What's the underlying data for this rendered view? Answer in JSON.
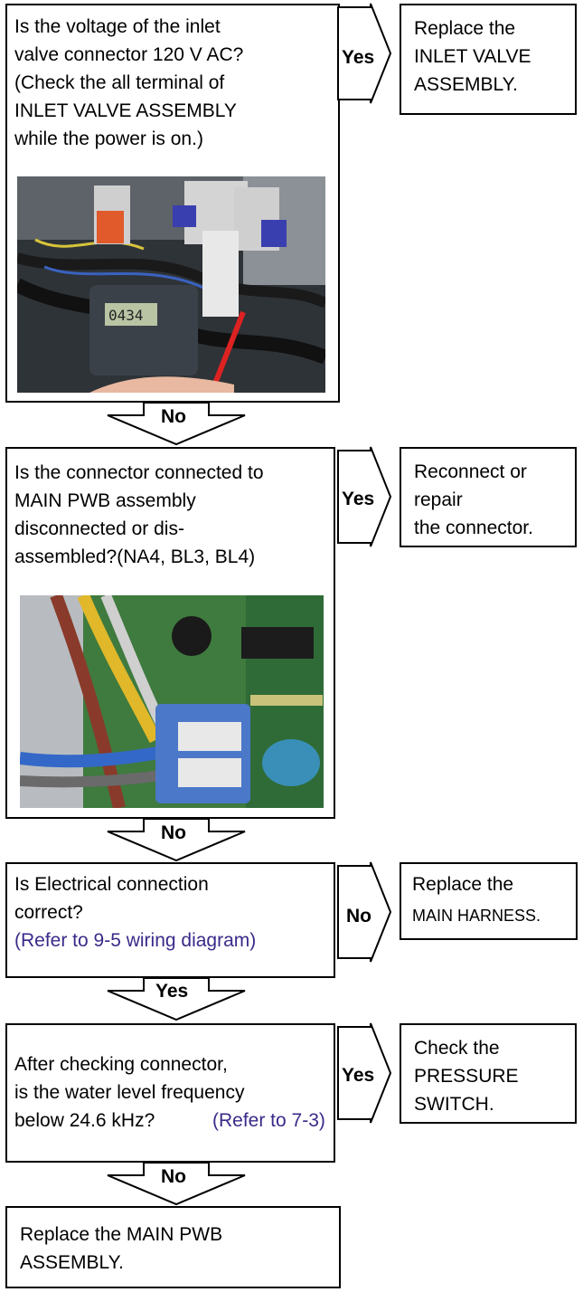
{
  "steps": [
    {
      "question": "Is the voltage of the inlet\nvalve connector 120 V AC?\n(Check the all terminal of\nINLET VALVE ASSEMBLY\nwhile the power is on.)",
      "yes_label": "Yes",
      "yes_action": "Replace the\nINLET VALVE\nASSEMBLY.",
      "no_label": "No"
    },
    {
      "question": "Is the connector connected to\nMAIN PWB assembly\ndisconnected or dis-\nassembled?(NA4, BL3, BL4)",
      "yes_label": "Yes",
      "yes_action": "Reconnect or\nrepair\nthe connector.",
      "no_label": "No"
    },
    {
      "question": "Is Electrical connection\ncorrect?",
      "question_ref": "(Refer to 9-5 wiring diagram)",
      "side_label": "No",
      "side_action_line1": "Replace the",
      "side_action_line2": "MAIN HARNESS.",
      "down_label": "Yes"
    },
    {
      "question": "After checking connector,\nis the water level frequency\nbelow 24.6 kHz?",
      "question_ref": "(Refer to 7-3)",
      "yes_label": "Yes",
      "yes_action": "Check the\nPRESSURE\nSWITCH.",
      "no_label": "No"
    }
  ],
  "final_action": "Replace the MAIN PWB\nASSEMBLY.",
  "colors": {
    "reference_text": "#3a2a8a",
    "border": "#000000"
  }
}
